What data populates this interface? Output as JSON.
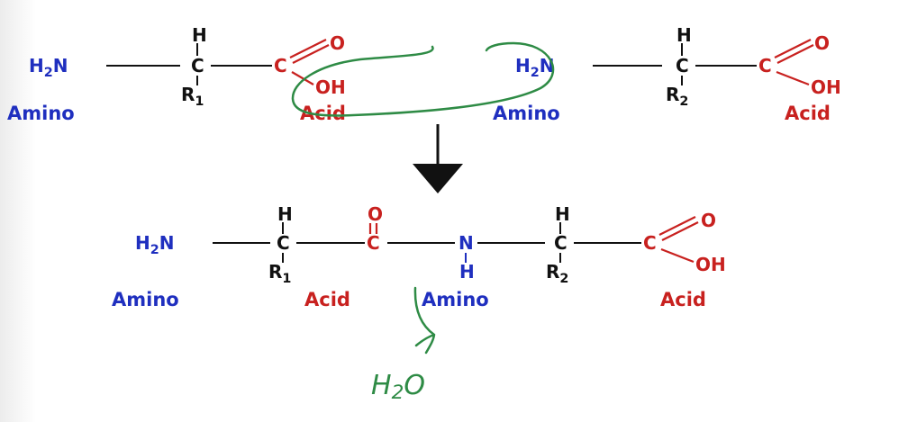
{
  "colors": {
    "amino": "#1f2fbf",
    "acid": "#c8211f",
    "bond": "#111111",
    "ink": "#2e8b45"
  },
  "top": {
    "left": {
      "n": "H2N",
      "h": "H",
      "c": "C",
      "r": "R1",
      "acid_c": "C",
      "o": "O",
      "oh": "OH",
      "label_amino": "Amino",
      "label_acid": "Acid"
    },
    "right": {
      "n": "H2N",
      "h": "H",
      "c": "C",
      "r": "R2",
      "acid_c": "C",
      "o": "O",
      "oh": "OH",
      "label_amino": "Amino",
      "label_acid": "Acid"
    }
  },
  "bottom": {
    "n": "H2N",
    "h1": "H",
    "c1": "C",
    "r1": "R1",
    "carbonyl_o": "O",
    "carbonyl_c": "C",
    "amide_n": "N",
    "amide_h": "H",
    "h2": "H",
    "c2": "C",
    "r2": "R2",
    "acid_c": "C",
    "o": "O",
    "oh": "OH",
    "label_amino_1": "Amino",
    "label_acid_1": "Acid",
    "label_amino_2": "Amino",
    "label_acid_2": "Acid"
  },
  "handwriting": {
    "byproduct": "H2O"
  }
}
